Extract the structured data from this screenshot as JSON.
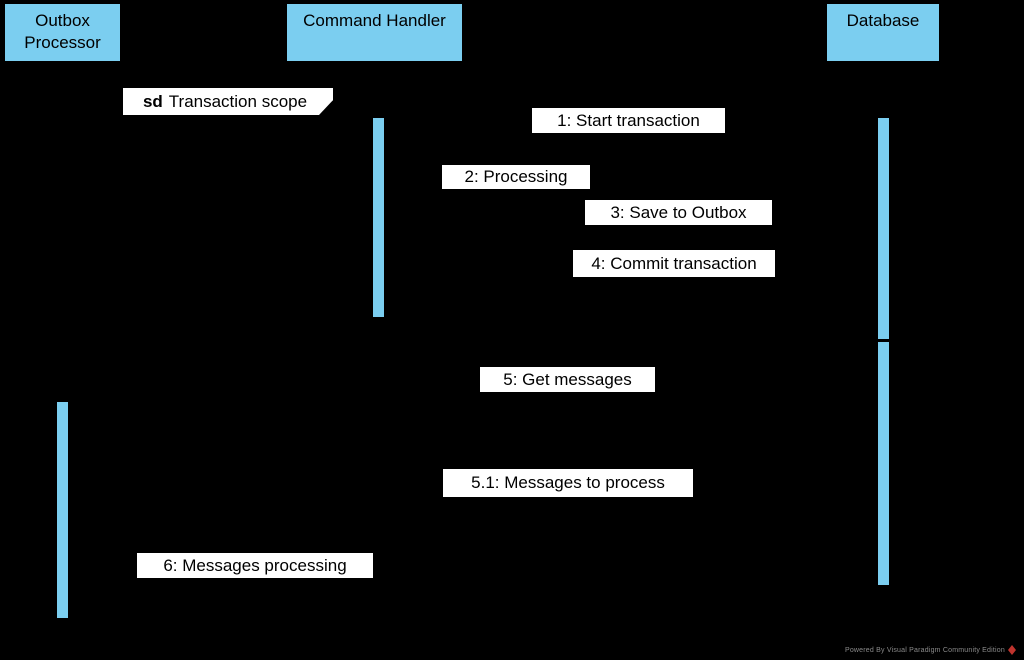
{
  "diagram": {
    "type": "uml-sequence-diagram",
    "colors": {
      "background": "#000000",
      "participant_fill": "#7bcef0",
      "activation_fill": "#7bcef0",
      "label_background": "#ffffff",
      "text": "#000000",
      "watermark_text": "#8a8a8a",
      "watermark_logo": "#c0342e"
    },
    "frame": {
      "keyword": "sd",
      "title": "Transaction scope"
    },
    "participants": [
      {
        "label": "Outbox Processor"
      },
      {
        "label": "Command Handler"
      },
      {
        "label": "Database"
      }
    ],
    "messages": [
      {
        "text": "1: Start transaction"
      },
      {
        "text": "2: Processing"
      },
      {
        "text": "3: Save to Outbox"
      },
      {
        "text": "4: Commit transaction"
      },
      {
        "text": "5: Get messages"
      },
      {
        "text": "5.1: Messages to process"
      },
      {
        "text": "6: Messages processing"
      }
    ],
    "watermark": {
      "text": "Powered By Visual Paradigm Community Edition"
    }
  }
}
